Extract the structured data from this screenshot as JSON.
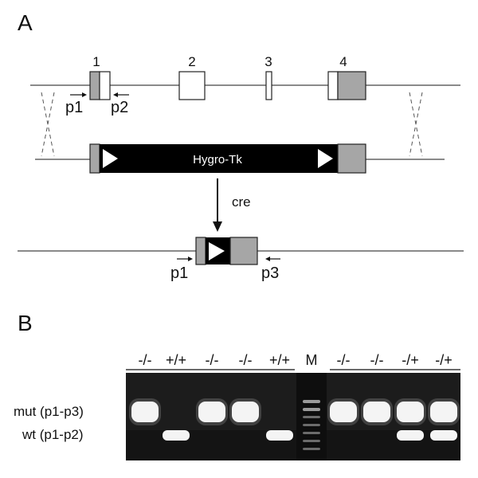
{
  "figure": {
    "panel_a_label": "A",
    "panel_b_label": "B",
    "colors": {
      "line": "#444444",
      "exon_coding": "#ffffff",
      "exon_utr": "#a6a6a6",
      "cassette": "#000000",
      "loxp": "#ffffff",
      "gel_background": "#1c1c1c",
      "band": "#f4f4f4"
    }
  },
  "panel_a": {
    "exon_numbers": [
      "1",
      "2",
      "3",
      "4"
    ],
    "cassette_label": "Hygro-Tk",
    "cre_label": "cre",
    "primers": {
      "p1": "p1",
      "p2": "p2",
      "p3": "p3"
    },
    "icons": [
      "primer-arrow-icon",
      "loxp-triangle-icon",
      "recombination-cross-icon",
      "down-arrow-icon"
    ]
  },
  "panel_b": {
    "lanes": [
      "-/-",
      "+/+",
      "-/-",
      "-/-",
      "+/+",
      "M",
      "-/-",
      "-/-",
      "-/+",
      "-/+"
    ],
    "band_labels": {
      "mut": "mut (p1-p3)",
      "wt": "wt (p1-p2)"
    },
    "bands_present": {
      "mut": [
        true,
        false,
        true,
        true,
        false,
        false,
        true,
        true,
        true,
        true
      ],
      "wt": [
        false,
        true,
        false,
        false,
        true,
        false,
        false,
        false,
        true,
        true
      ]
    },
    "marker_lane": "M"
  }
}
